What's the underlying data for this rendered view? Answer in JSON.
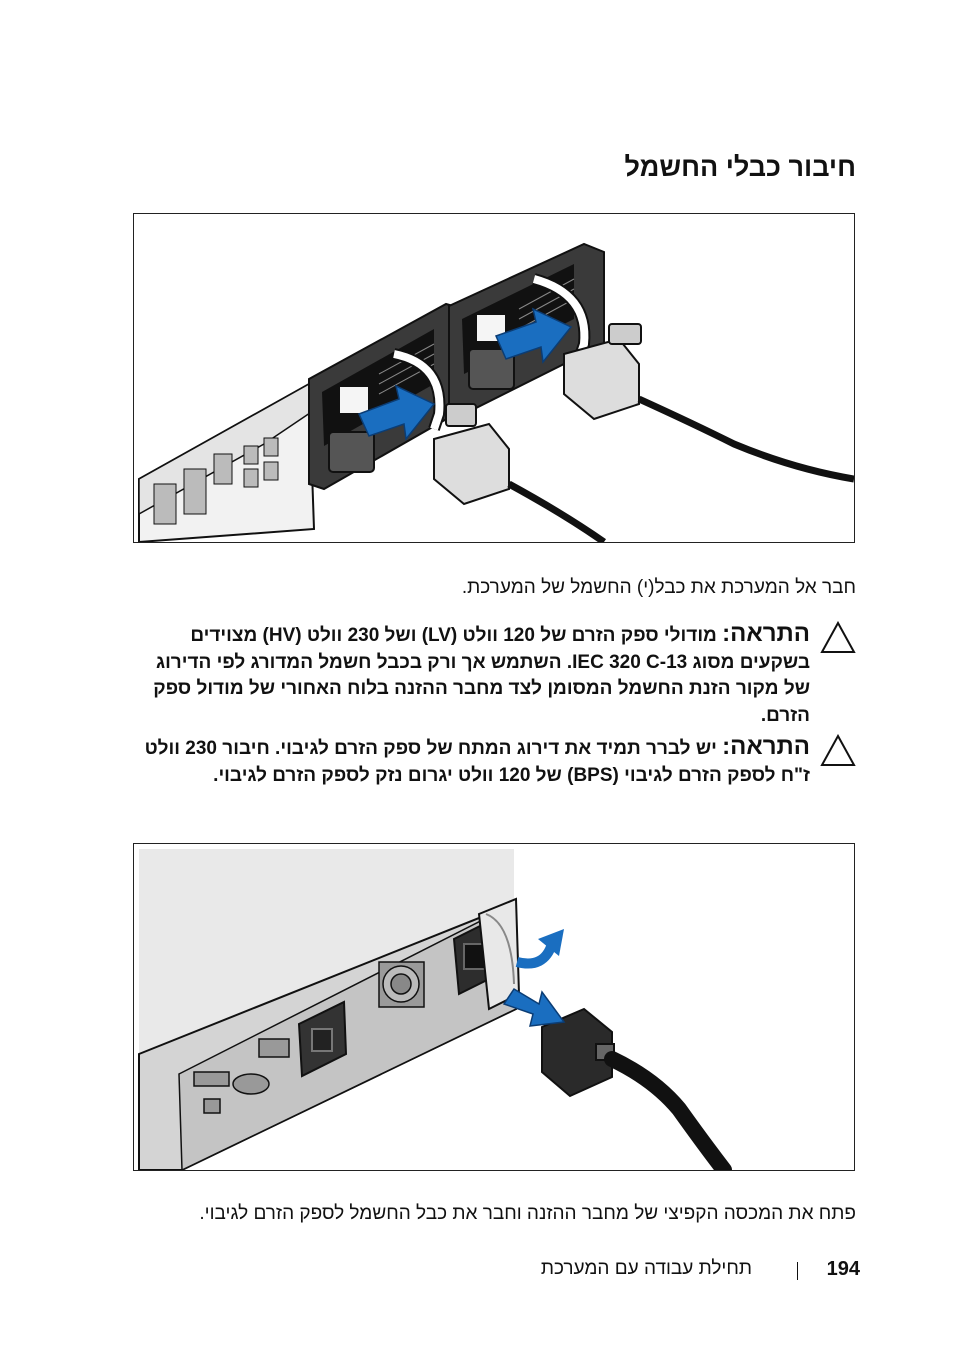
{
  "page": {
    "title": "חיבור כבלי החשמל",
    "step1": "חבר אל המערכת את כבל(י) החשמל של המערכת.",
    "note1": {
      "label": "התראה:",
      "text": "מודולי ספק הזרם של 120 וולט (LV) ושל 230 וולט (HV) מצוידים בשקעים מסוג IEC 320 C-13. השתמש אך ורק בכבל חשמל המדורג לפי הדירוג של מקור הזנת החשמל המסומן לצד מחבר ההזנה בלוח האחורי של מודול ספק הזרם."
    },
    "note2": {
      "label": "התראה:",
      "text": "יש לברר תמיד את דירוג המתח של ספק הזרם לגיבוי. חיבור 230 וולט ז\"ח לספק הזרם לגיבוי (BPS) של 120 וולט יגרום נזק לספק הזרם לגיבוי."
    },
    "step2": "פתח את המכסה הקפיצי של מחבר ההזנה וחבר את כבל החשמל לספק הזרם לגיבוי.",
    "footer": {
      "page_number": "194",
      "title": "תחילת עבודה עם המערכת"
    }
  },
  "figures": {
    "fig1_icon": "power-cable-server-illustration",
    "fig2_icon": "power-cable-ups-illustration",
    "warning_icon": "warning-triangle-icon",
    "arrow_color": "#1a6ec0"
  }
}
